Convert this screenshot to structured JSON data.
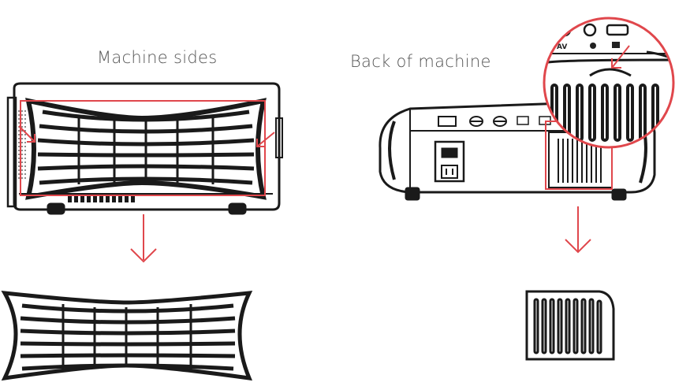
{
  "captions": {
    "machine_sides": "Machine sides",
    "back_of_machine": "Back of machine"
  },
  "port_labels": {
    "av": "AV"
  },
  "colors": {
    "arrow": "#e0474c",
    "outline": "#1a1a1a",
    "caption": "#555555"
  },
  "icons": {
    "side_arrow": "arrow-down-icon",
    "back_arrow": "arrow-down-icon"
  }
}
